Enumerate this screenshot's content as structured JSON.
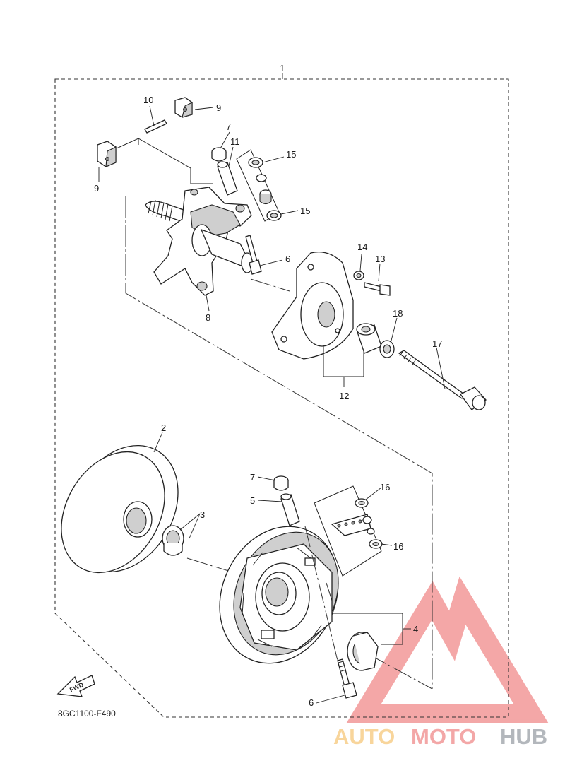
{
  "diagram_code": "8GC1100-F490",
  "fwd_label": "FWD",
  "watermark": {
    "part1": "AUTO",
    "part2": "MOTO",
    "part3": "HUB",
    "color_light": "#f6c77a",
    "color_red": "#f08a8a",
    "color_dark": "#9aa0a6"
  },
  "labels": {
    "p1": "1",
    "p2": "2",
    "p3": "3",
    "p4": "4",
    "p5": "5",
    "p6a": "6",
    "p6b": "6",
    "p7a": "7",
    "p7b": "7",
    "p8": "8",
    "p9a": "9",
    "p9b": "9",
    "p10": "10",
    "p11": "11",
    "p12": "12",
    "p13": "13",
    "p14": "14",
    "p15a": "15",
    "p15b": "15",
    "p16a": "16",
    "p16b": "16",
    "p17": "17",
    "p18": "18"
  }
}
